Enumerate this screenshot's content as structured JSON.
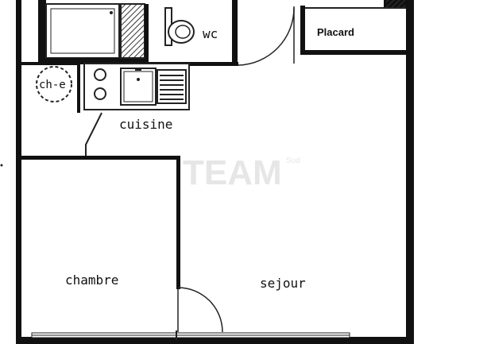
{
  "plan": {
    "rooms": {
      "wc": "wc",
      "placard": "Placard",
      "chauffe_eau": "ch-e",
      "cuisine": "cuisine",
      "chambre": "chambre",
      "sejour": "sejour"
    },
    "watermark": {
      "text": "TEAM",
      "sup": "Sud"
    },
    "colors": {
      "wall": "#111111",
      "line": "#222222",
      "hatch": "#333333",
      "background": "#ffffff",
      "watermark": "#e6e6e6"
    },
    "icons": [
      "toilet-icon",
      "shower-tray-icon",
      "stove-burner-icon",
      "sink-icon",
      "door-swing-icon",
      "water-heater-icon",
      "window-icon"
    ]
  }
}
